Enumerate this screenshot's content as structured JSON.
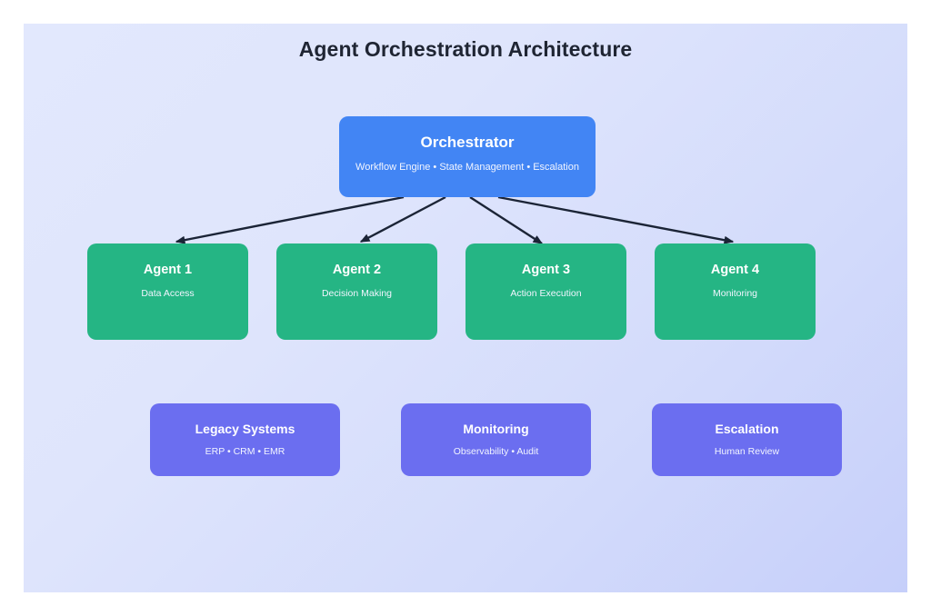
{
  "diagram": {
    "title": "Agent Orchestration Architecture",
    "colors": {
      "canvas_gradient_start": "#e2e8fd",
      "canvas_gradient_end": "#c6cffa",
      "orchestrator": "#4285f4",
      "agent": "#25b584",
      "system": "#6b6ef0",
      "arrow": "#1b2436",
      "title_text": "#1f2533",
      "node_text": "#ffffff"
    },
    "orchestrator": {
      "title": "Orchestrator",
      "subtitle": "Workflow Engine • State Management • Escalation"
    },
    "agents": [
      {
        "title": "Agent 1",
        "subtitle": "Data Access"
      },
      {
        "title": "Agent 2",
        "subtitle": "Decision Making"
      },
      {
        "title": "Agent 3",
        "subtitle": "Action Execution"
      },
      {
        "title": "Agent 4",
        "subtitle": "Monitoring"
      }
    ],
    "systems": [
      {
        "title": "Legacy Systems",
        "subtitle": "ERP • CRM • EMR"
      },
      {
        "title": "Monitoring",
        "subtitle": "Observability • Audit"
      },
      {
        "title": "Escalation",
        "subtitle": "Human Review"
      }
    ],
    "edges": [
      {
        "from": "Orchestrator",
        "to": "Agent 1"
      },
      {
        "from": "Orchestrator",
        "to": "Agent 2"
      },
      {
        "from": "Orchestrator",
        "to": "Agent 3"
      },
      {
        "from": "Orchestrator",
        "to": "Agent 4"
      }
    ]
  }
}
